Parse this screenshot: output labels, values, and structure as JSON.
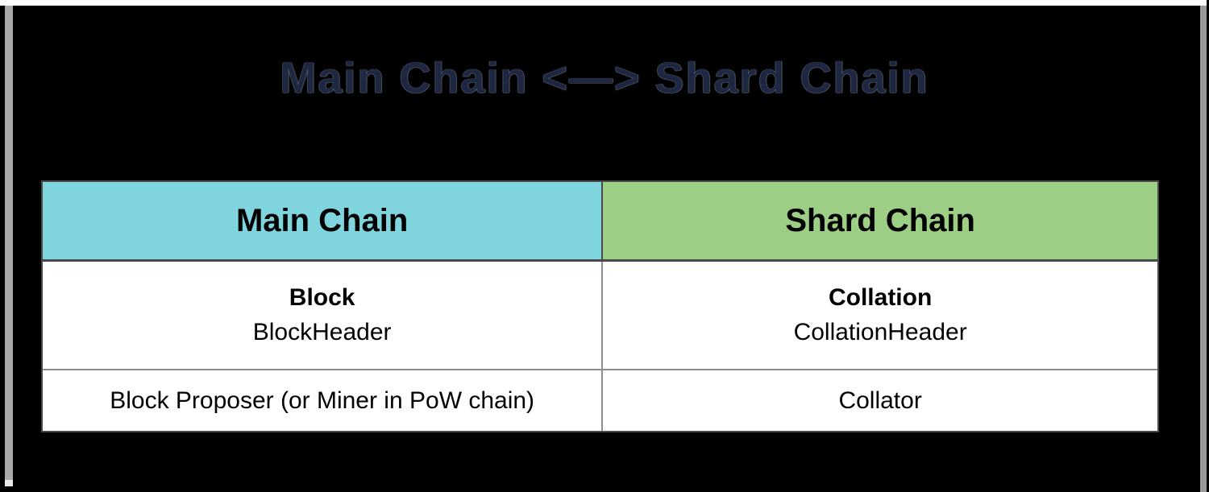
{
  "slide": {
    "background_color": "#000000",
    "title": "Main Chain <—> Shard Chain"
  },
  "colors": {
    "title_text": "#1d2741",
    "main_chain_header_bg": "#80d4dd",
    "shard_chain_header_bg": "#9ccf85",
    "table_outer_border": "#4a4a4a",
    "table_inner_border": "#8c8c8c",
    "cell_bg": "#ffffff",
    "cell_text": "#000000",
    "left_scrollbar": "#a8a8a8"
  },
  "table": {
    "columns": [
      {
        "key": "main",
        "header": "Main Chain",
        "bg": "#80d4dd"
      },
      {
        "key": "shard",
        "header": "Shard Chain",
        "bg": "#9ccf85"
      }
    ],
    "rows": [
      {
        "name": "structure-row",
        "main": {
          "primary": "Block",
          "secondary": "BlockHeader"
        },
        "shard": {
          "primary": "Collation",
          "secondary": "CollationHeader"
        }
      },
      {
        "name": "role-row",
        "main": {
          "primary": "Block Proposer (or Miner in PoW chain)"
        },
        "shard": {
          "primary": "Collator"
        }
      }
    ]
  }
}
